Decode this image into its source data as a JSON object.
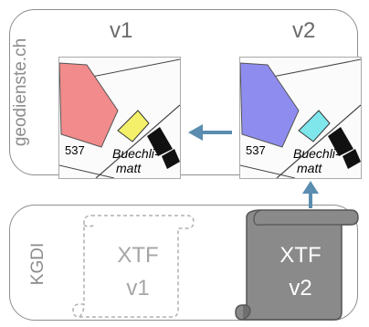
{
  "top_panel": {
    "label": "geodienste.ch"
  },
  "bottom_panel": {
    "label": "KGDI"
  },
  "versions": {
    "left": "v1",
    "right": "v2"
  },
  "map": {
    "number": "537",
    "place_line1": "Buechli-",
    "place_line2": "matt"
  },
  "files": {
    "v1": {
      "line1": "XTF",
      "line2": "v1",
      "style": "dashed outline"
    },
    "v2": {
      "line1": "XTF",
      "line2": "v2",
      "style": "filled"
    }
  },
  "colors": {
    "v1_parcel": "#f28b8b",
    "v1_building": "#f4f06a",
    "v2_parcel": "#8f8cf0",
    "v2_building": "#7fe6ec",
    "arrow": "#5b8db0",
    "scroll_fill": "#8a8a8a"
  }
}
